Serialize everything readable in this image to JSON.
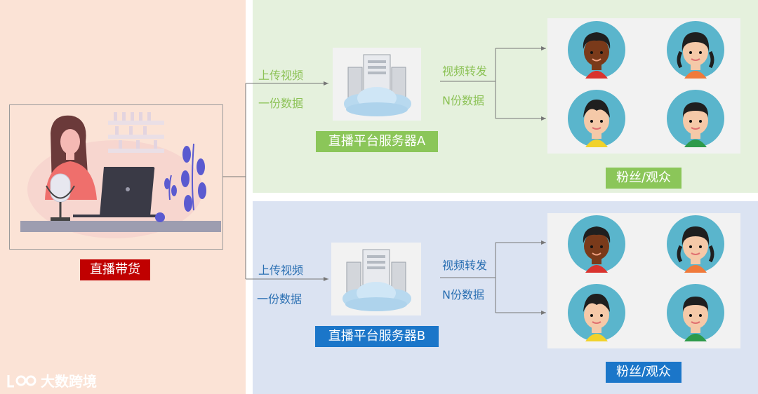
{
  "streamer": {
    "caption": "直播带货"
  },
  "flow_a": {
    "upload_line1": "上传视频",
    "upload_line2": "一份数据",
    "server_label": "直播平台服务器A",
    "forward_line1": "视频转发",
    "forward_line2": "N份数据",
    "audience_label": "粉丝/观众"
  },
  "flow_b": {
    "upload_line1": "上传视频",
    "upload_line2": "一份数据",
    "server_label": "直播平台服务器B",
    "forward_line1": "视频转发",
    "forward_line2": "N份数据",
    "audience_label": "粉丝/观众"
  },
  "watermark": {
    "text": "大数跨境"
  },
  "colors": {
    "left_bg": "#fbe3d6",
    "top_bg": "#e5f1dd",
    "bottom_bg": "#dbe3f2",
    "green_accent": "#8bc659",
    "blue_accent": "#1b76c9",
    "red_accent": "#c00000"
  }
}
